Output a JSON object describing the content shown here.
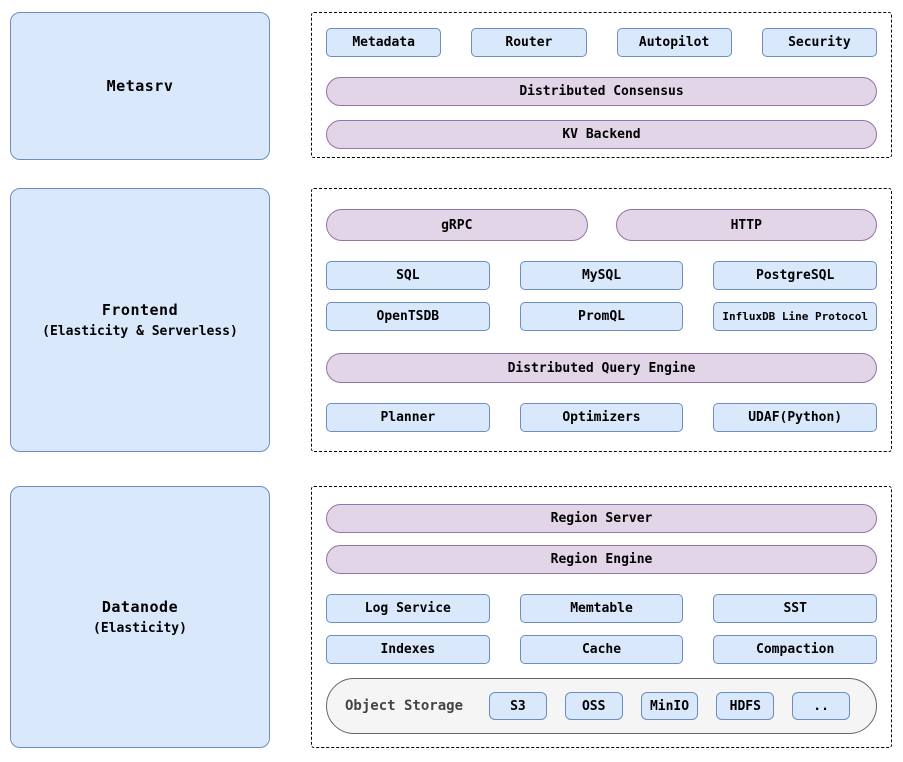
{
  "colors": {
    "blue_fill": "#dae8fc",
    "blue_border": "#6c8ebf",
    "purple_fill": "#e1d5e7",
    "purple_border": "#9673a6",
    "grey_fill": "#f5f5f5",
    "grey_border": "#666666",
    "dashed_border": "#000000"
  },
  "sections": [
    {
      "id": "metasrv",
      "label": {
        "title": "Metasrv",
        "subtitle": ""
      },
      "panel": {
        "top_row": [
          "Metadata",
          "Router",
          "Autopilot",
          "Security"
        ],
        "pills": [
          "Distributed Consensus",
          "KV Backend"
        ]
      }
    },
    {
      "id": "frontend",
      "label": {
        "title": "Frontend",
        "subtitle": "(Elasticity & Serverless)"
      },
      "panel": {
        "protocol_pills": [
          "gRPC",
          "HTTP"
        ],
        "row1": [
          "SQL",
          "MySQL",
          "PostgreSQL"
        ],
        "row2": [
          "OpenTSDB",
          "PromQL",
          "InfluxDB Line Protocol"
        ],
        "engine_pill": "Distributed Query Engine",
        "row3": [
          "Planner",
          "Optimizers",
          "UDAF(Python)"
        ]
      }
    },
    {
      "id": "datanode",
      "label": {
        "title": "Datanode",
        "subtitle": "(Elasticity)"
      },
      "panel": {
        "pills": [
          "Region Server",
          "Region Engine"
        ],
        "row1": [
          "Log Service",
          "Memtable",
          "SST"
        ],
        "row2": [
          "Indexes",
          "Cache",
          "Compaction"
        ],
        "storage": {
          "label": "Object Storage",
          "options": [
            "S3",
            "OSS",
            "MinIO",
            "HDFS",
            ".."
          ]
        }
      }
    }
  ]
}
